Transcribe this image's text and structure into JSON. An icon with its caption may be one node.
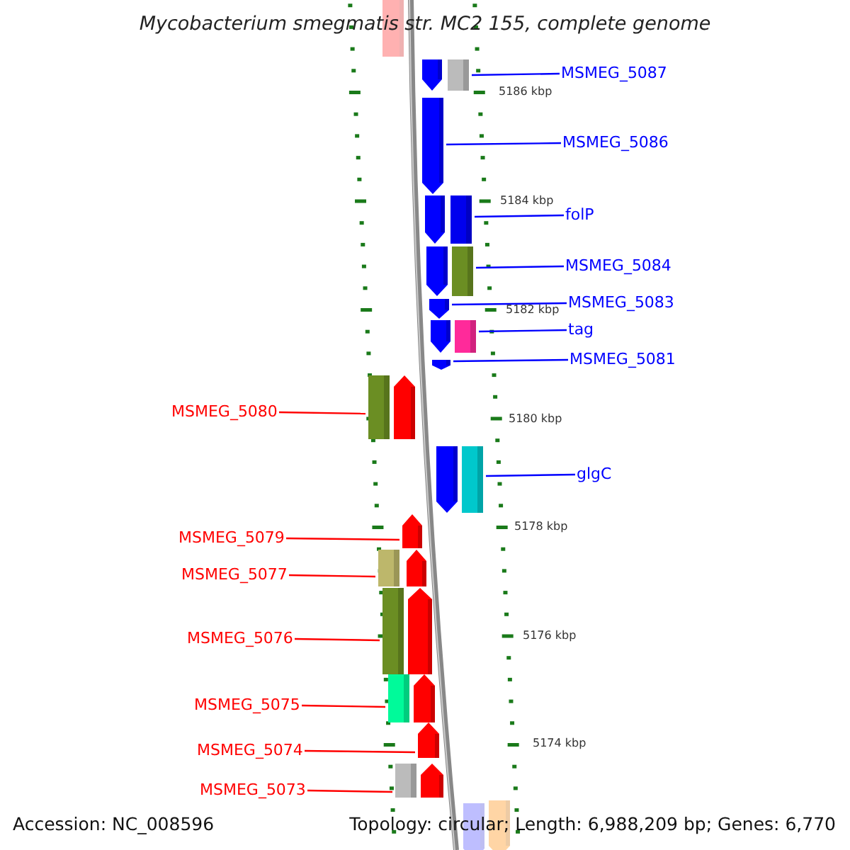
{
  "diagram": {
    "title": "Mycobacterium smegmatis str. MC2 155, complete genome",
    "nodes": [
      {
        "text": [
          "MSMEG_5087"
        ]
      },
      {
        "text": [
          "MSMEG_5086"
        ]
      },
      {
        "text": [
          "folP"
        ]
      },
      {
        "text": [
          "MSMEG_5084"
        ]
      },
      {
        "text": [
          "MSMEG_5083"
        ]
      },
      {
        "text": [
          "tag"
        ]
      },
      {
        "text": [
          "MSMEG_5081"
        ]
      },
      {
        "text": [
          "MSMEG_5080"
        ]
      },
      {
        "text": [
          "glgC"
        ]
      },
      {
        "text": [
          "MSMEG_5079"
        ]
      },
      {
        "text": [
          "MSMEG_5077"
        ]
      },
      {
        "text": [
          "MSMEG_5076"
        ]
      },
      {
        "text": [
          "MSMEG_5075"
        ]
      },
      {
        "text": [
          "MSMEG_5074"
        ]
      },
      {
        "text": [
          "MSMEG_5073"
        ]
      },
      {
        "text": [],
        "shape": "arrow"
      },
      {
        "text": [],
        "shape": "arrow"
      },
      {
        "text": [],
        "shape": "arrow"
      },
      {
        "text": [],
        "shape": "arrow"
      },
      {
        "text": [],
        "shape": "arrow"
      },
      {
        "text": [],
        "shape": "arrow"
      },
      {
        "text": [],
        "shape": "arrow"
      },
      {
        "text": [],
        "shape": "arrow"
      },
      {
        "text": [],
        "shape": "arrow"
      },
      {
        "text": [],
        "shape": "arrow"
      },
      {
        "text": [],
        "shape": "arrow"
      },
      {
        "text": [],
        "shape": "arrow"
      },
      {
        "text": [],
        "shape": "arrow"
      },
      {
        "text": [],
        "shape": "arrow"
      },
      {
        "text": [],
        "shape": "arrow"
      },
      {
        "text": [],
        "shape": "arrow"
      },
      {
        "text": [],
        "shape": "arrow"
      },
      {
        "text": [],
        "shape": "arrow"
      }
    ],
    "edges": [
      {
        "from": 0,
        "to": 16,
        "arrow": "none"
      },
      {
        "from": 1,
        "to": 17,
        "arrow": "none"
      },
      {
        "from": 2,
        "to": 18,
        "arrow": "none"
      },
      {
        "from": 3,
        "to": 19,
        "arrow": "none"
      },
      {
        "from": 4,
        "to": 20,
        "arrow": "none"
      },
      {
        "from": 5,
        "to": 21,
        "arrow": "none"
      },
      {
        "from": 6,
        "to": 22,
        "arrow": "none"
      },
      {
        "from": 7,
        "to": 23,
        "arrow": "none",
        "color": "#ff0000"
      },
      {
        "from": 8,
        "to": 24,
        "arrow": "none"
      },
      {
        "from": 9,
        "to": 25,
        "arrow": "none",
        "color": "#ff0000"
      },
      {
        "from": 10,
        "to": 26,
        "arrow": "none",
        "color": "#ff0000"
      },
      {
        "from": 11,
        "to": 27,
        "arrow": "none",
        "color": "#ff0000"
      },
      {
        "from": 12,
        "to": 28,
        "arrow": "none",
        "color": "#ff0000"
      },
      {
        "from": 13,
        "to": 29,
        "arrow": "none",
        "color": "#ff0000"
      },
      {
        "from": 14,
        "to": 30,
        "arrow": "none",
        "color": "#ff0000"
      }
    ],
    "labels": [
      "5186 kbp",
      "5184 kbp",
      "5182 kbp",
      "5180 kbp",
      "5178 kbp",
      "5176 kbp",
      "5174 kbp",
      "Accession: NC_008596",
      "Topology: circular; Length: 6,988,209 bp; Genes: 6,770"
    ]
  }
}
